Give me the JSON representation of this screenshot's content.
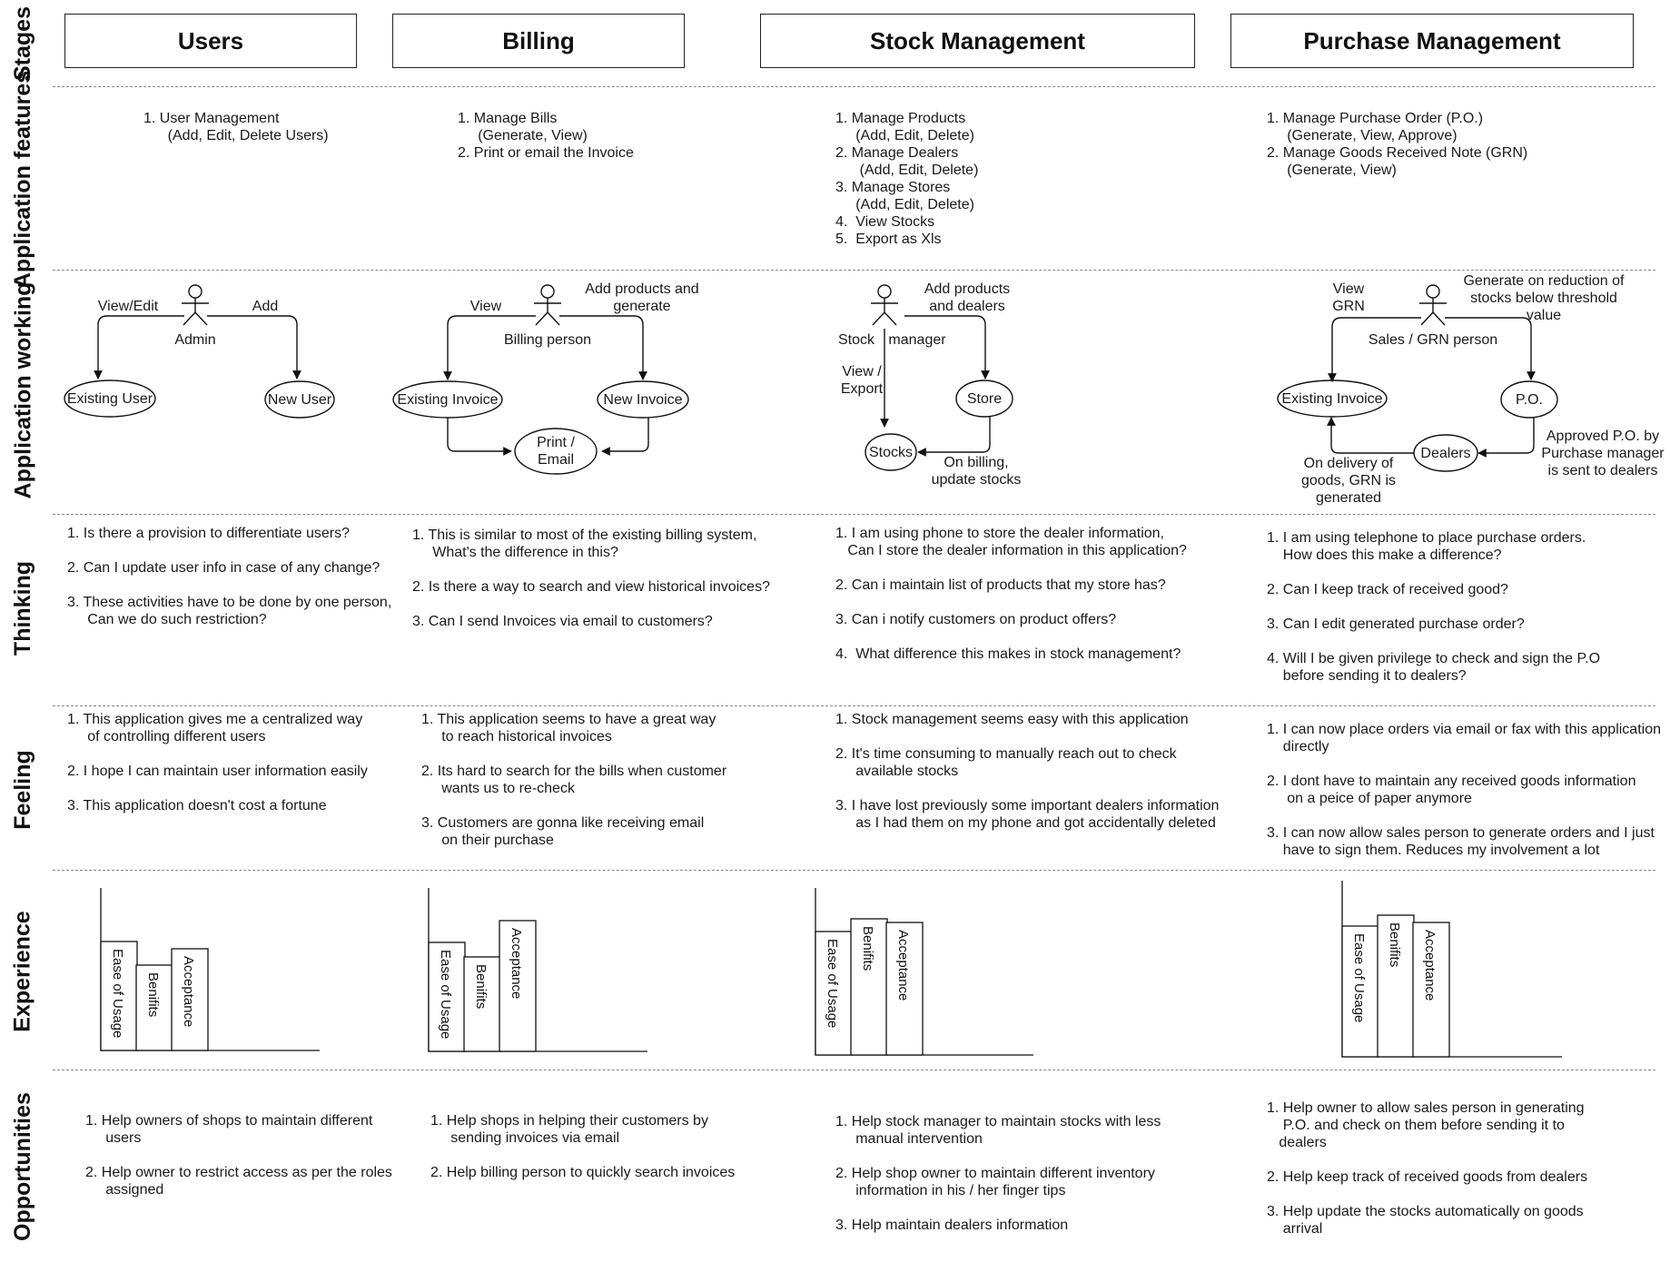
{
  "row_labels": {
    "stages": "Stages",
    "features": "Application\nfeatures",
    "working": "Application\nworking",
    "thinking": "Thinking",
    "feeling": "Feeling",
    "experience": "Experience",
    "opportunities": "Opportunities"
  },
  "stages": {
    "users": "Users",
    "billing": "Billing",
    "stock": "Stock Management",
    "purchase": "Purchase Management"
  },
  "features": {
    "users": "1. User Management\n      (Add, Edit, Delete Users)",
    "billing": "1. Manage Bills\n     (Generate, View)\n2. Print or email the Invoice",
    "stock": "1. Manage Products\n     (Add, Edit, Delete)\n2. Manage Dealers\n      (Add, Edit, Delete)\n3. Manage Stores\n     (Add, Edit, Delete)\n4.  View Stocks\n5.  Export as Xls",
    "purchase": "1. Manage Purchase Order (P.O.)\n     (Generate, View, Approve)\n2. Manage Goods Received Note (GRN)\n     (Generate, View)"
  },
  "working": {
    "users": {
      "actor": "Admin",
      "left_edge": "View/Edit",
      "right_edge": "Add",
      "left_node": "Existing User",
      "right_node": "New User"
    },
    "billing": {
      "actor": "Billing person",
      "left_edge": "View",
      "right_edge": "Add products and\ngenerate",
      "left_node": "Existing Invoice",
      "right_node": "New Invoice",
      "bottom_node": "Print /\nEmail"
    },
    "stock": {
      "actor_left": "Stock",
      "actor_right": "manager",
      "right_edge": "Add products\nand dealers",
      "down_edge": "View /\nExport",
      "store_node": "Store",
      "stocks_node": "Stocks",
      "bottom_edge": "On billing,\nupdate stocks"
    },
    "purchase": {
      "actor": "Sales / GRN person",
      "left_edge": "View\nGRN",
      "right_edge": "Generate on reduction of\nstocks below threshold\nvalue",
      "left_node": "Existing Invoice",
      "po_node": "P.O.",
      "dealers_node": "Dealers",
      "po_edge": "Approved P.O. by\nPurchase manager\nis sent to dealers",
      "dealers_edge": "On delivery of\ngoods, GRN is\ngenerated"
    }
  },
  "thinking": {
    "users": "1. Is there a provision to differentiate users?\n\n2. Can I update user info in case of any change?\n\n3. These activities have to be done by one person,\n     Can we do such restriction?",
    "billing": "1. This is similar to most of the existing billing system,\n     What's the difference in this?\n\n2. Is there a way to search and view historical invoices?\n\n3. Can I send Invoices via email to customers?",
    "stock": "1. I am using phone to store the dealer information,\n   Can I store the dealer information in this application?\n\n2. Can i maintain list of products that my store has?\n\n3. Can i notify customers on product offers?\n\n4.  What difference this makes in stock management?",
    "purchase": "1. I am using telephone to place purchase orders.\n    How does this make a difference?\n\n2. Can I keep track of received good?\n\n3. Can I edit generated purchase order?\n\n4. Will I be given privilege to check and sign the P.O\n    before sending it to dealers?"
  },
  "feeling": {
    "users": "1. This application gives me a centralized way\n     of controlling different users\n\n2. I hope I can maintain user information easily\n\n3. This application doesn't cost a fortune",
    "billing": "1. This application seems to have a great way\n     to reach historical invoices\n\n2. Its hard to search for the bills when customer\n     wants us to re-check\n\n3. Customers are gonna like receiving email\n     on their purchase",
    "stock": "1. Stock management seems easy with this application\n\n2. It's time consuming to manually reach out to check\n     available stocks\n\n3. I have lost previously some important dealers information\n     as I had them on my phone and got accidentally deleted",
    "purchase": "1. I can now place orders via email or fax with this application\n    directly\n\n2. I dont have to maintain any received goods information\n     on a peice of paper anymore\n\n3. I can now allow sales person to generate orders and I just\n    have to sign them. Reduces my involvement a lot"
  },
  "experience": {
    "bar_labels": [
      "Ease of Usage",
      "Benifits",
      "Acceptance"
    ],
    "users": [
      0.6,
      0.47,
      0.56
    ],
    "billing": [
      0.6,
      0.52,
      0.72
    ],
    "stock": [
      0.68,
      0.75,
      0.73
    ],
    "purchase": [
      0.72,
      0.78,
      0.74
    ]
  },
  "opportunities": {
    "users": "1. Help owners of shops to maintain different\n     users\n\n2. Help owner to restrict access as per the roles\n     assigned",
    "billing": "1. Help shops in helping their customers by\n     sending invoices via email\n\n2. Help billing person to quickly search invoices",
    "stock": "1. Help stock manager to maintain stocks with less\n     manual intervention\n\n2. Help shop owner to maintain different inventory\n     information in his / her finger tips\n\n3. Help maintain dealers information",
    "purchase": "1. Help owner to allow sales person in generating\n    P.O. and check on them before sending it to\n   dealers\n\n2. Help keep track of received goods from dealers\n\n3. Help update the stocks automatically on goods\n    arrival"
  }
}
